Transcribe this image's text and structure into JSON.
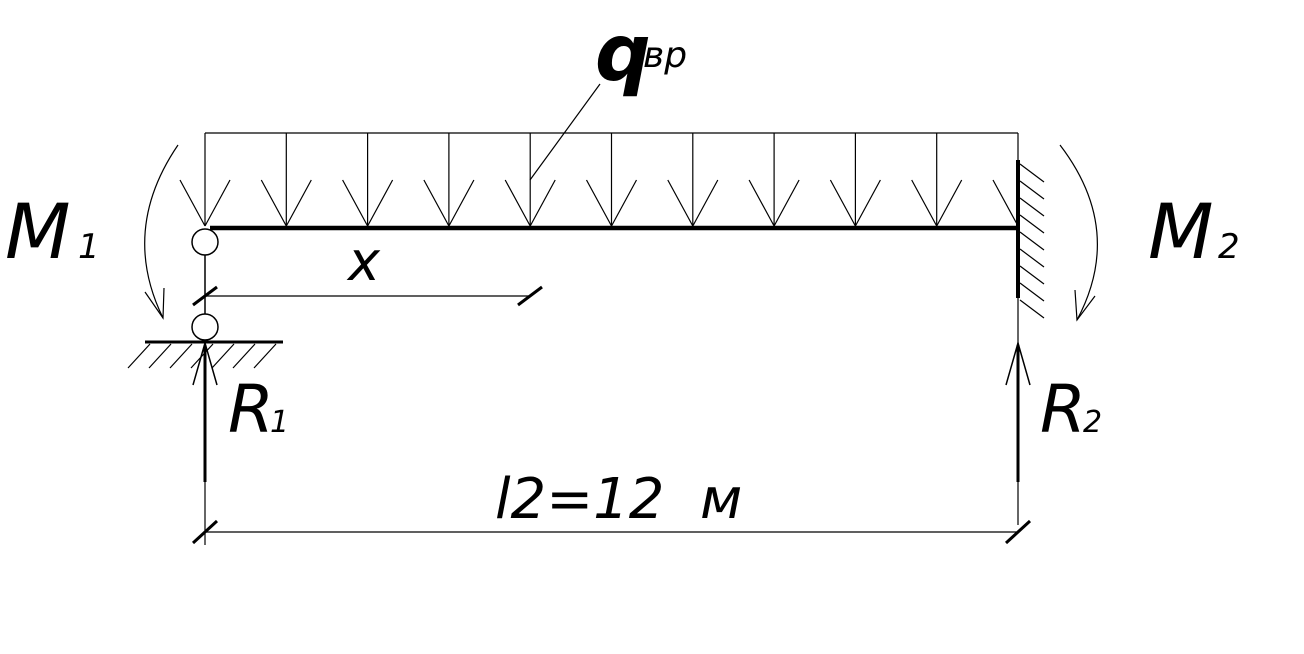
{
  "labels": {
    "load_symbol": "q",
    "load_subscript": "вр",
    "moment_left_symbol": "M",
    "moment_left_subscript": "1",
    "moment_right_symbol": "M",
    "moment_right_subscript": "2",
    "reaction_left_symbol": "R",
    "reaction_left_subscript": "1",
    "reaction_right_symbol": "R",
    "reaction_right_subscript": "2",
    "coordinate": "x",
    "span_dimension": "l2=12  м"
  },
  "colors": {
    "line": "#000000",
    "background": "#ffffff"
  }
}
